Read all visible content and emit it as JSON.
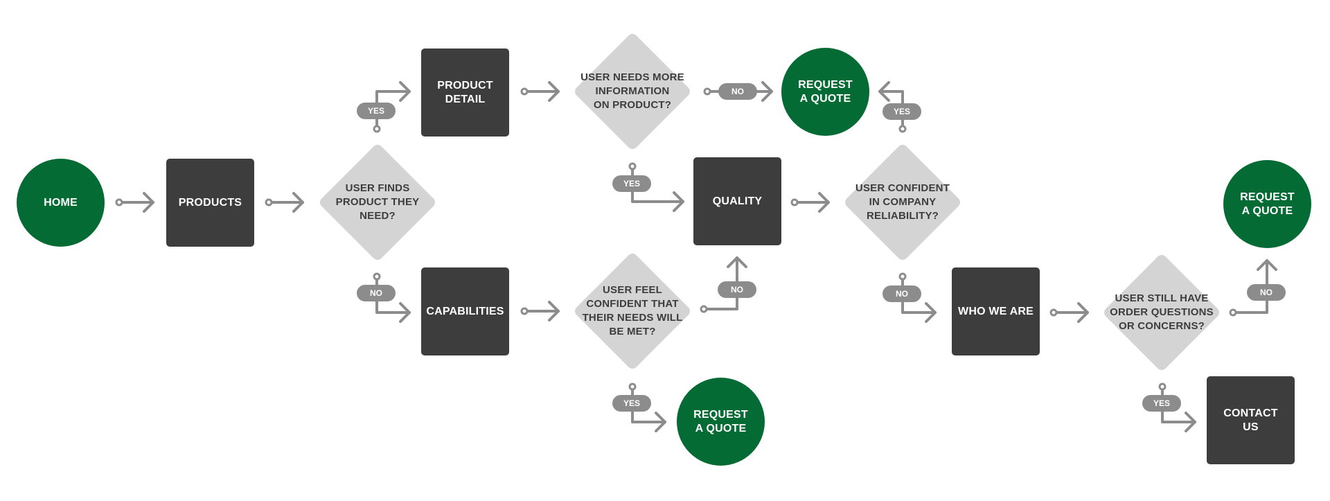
{
  "colors": {
    "start": "#056b35",
    "page": "#3d3d3d",
    "decision": "#d4d4d4",
    "connector": "#8c8c8c"
  },
  "nodes": {
    "home": "HOME",
    "products": "PRODUCTS",
    "decision_find": "USER FINDS\nPRODUCT THEY\nNEED?",
    "product_detail": "PRODUCT\nDETAIL",
    "capabilities": "CAPABILITIES",
    "decision_more_info": "USER NEEDS MORE\nINFORMATION\nON PRODUCT?",
    "request_quote_top": "REQUEST\nA QUOTE",
    "quality": "QUALITY",
    "decision_confident_needs": "USER FEEL\nCONFIDENT THAT\nTHEIR NEEDS WILL\nBE MET?",
    "request_quote_bottom": "REQUEST\nA QUOTE",
    "decision_reliability": "USER CONFIDENT\nIN COMPANY\nRELIABILITY?",
    "who_we_are": "WHO WE ARE",
    "decision_questions": "USER STILL HAVE\nORDER QUESTIONS\nOR CONCERNS?",
    "request_quote_right": "REQUEST\nA QUOTE",
    "contact_us": "CONTACT\nUS"
  },
  "labels": {
    "yes": "YES",
    "no": "NO"
  }
}
